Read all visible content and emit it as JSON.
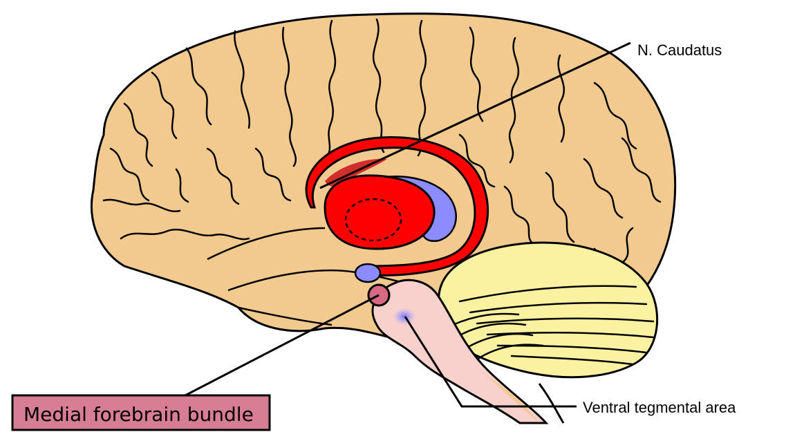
{
  "labels": {
    "caudatus": "N. Caudatus",
    "vta": "Ventral tegmental area",
    "mfb": "Medial forebrain bundle"
  },
  "colors": {
    "cortex": "#f2c98e",
    "outline": "#000000",
    "striatum": "#ff0000",
    "striatum_dark": "#c9131a",
    "ventricle": "#8c8cff",
    "cerebellum": "#faf2a0",
    "brainstem": "#f8d0cc",
    "hypothalamus_nucleus": "#d66a82",
    "vta_glow": "#7a7aff",
    "mfb_box": "#d87e94"
  }
}
